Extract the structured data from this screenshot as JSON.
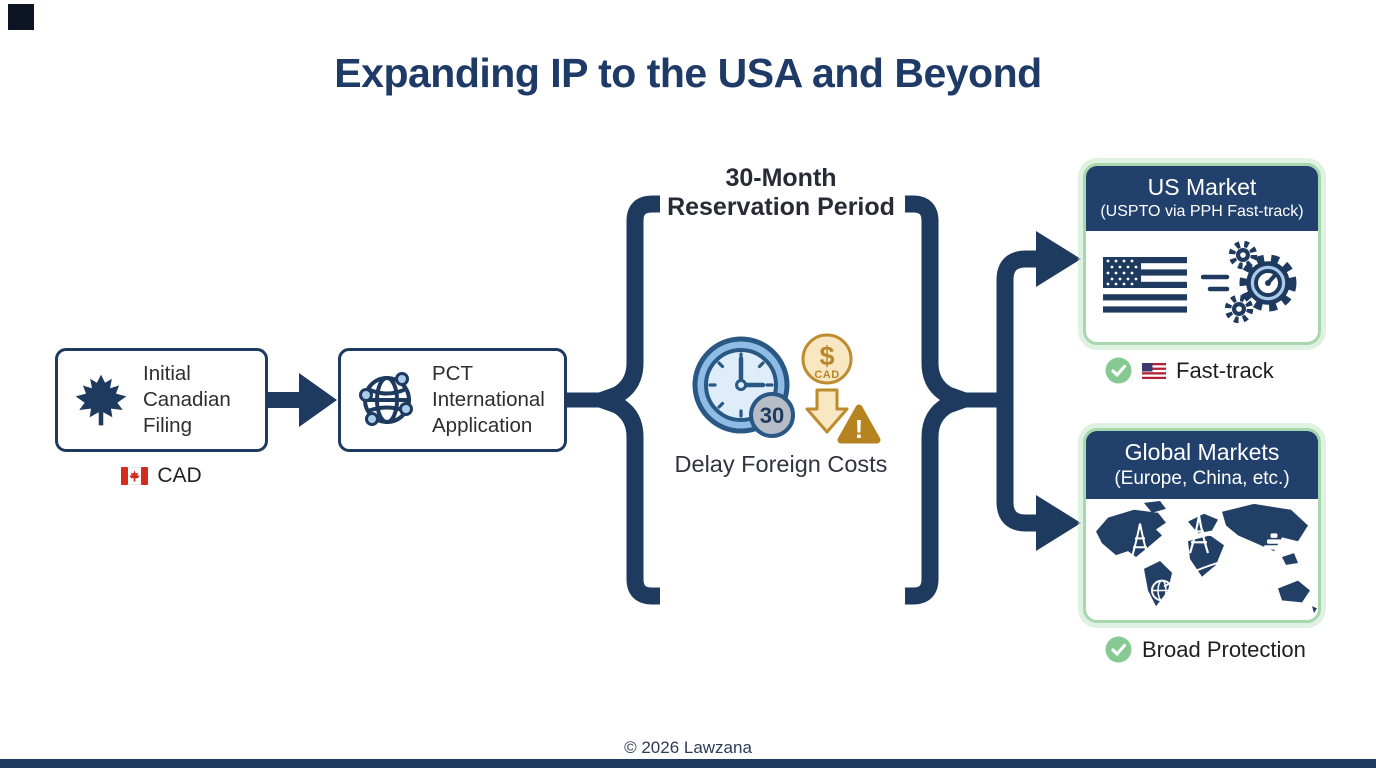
{
  "title": "Expanding IP to the USA and Beyond",
  "steps": {
    "initial_filing": {
      "lines": [
        "Initial",
        "Canadian",
        "Filing"
      ],
      "currency": "CAD"
    },
    "pct": {
      "lines": [
        "PCT",
        "International",
        "Application"
      ]
    }
  },
  "reservation": {
    "heading": [
      "30-Month",
      "Reservation Period"
    ],
    "clock_badge": "30",
    "coin": {
      "symbol": "$",
      "label": "CAD"
    },
    "warning_mark": "!",
    "caption": "Delay Foreign Costs"
  },
  "outcomes": [
    {
      "title": "US Market",
      "subtitle": "(USPTO via PPH Fast-track)",
      "benefit": "Fast-track"
    },
    {
      "title": "Global Markets",
      "subtitle": "(Europe, China, etc.)",
      "benefit": "Broad Protection"
    }
  ],
  "footer": {
    "copyright": "© 2026 Lawzana"
  },
  "icons": {
    "maple-leaf-icon": "navy maple leaf",
    "globe-network-icon": "globe with network nodes",
    "clock-30-icon": "blue clock with 30 badge",
    "cad-coin-icon": "gold coin with dollar sign",
    "down-arrow-icon": "gold arrow pointing down",
    "warning-icon": "amber warning triangle",
    "canada-flag-icon": "flag of Canada",
    "us-flag-icon": "flag of United States",
    "speed-gears-icon": "gears with speedometer",
    "world-map-icon": "world map with landmarks",
    "check-icon": "green circle check"
  },
  "colors": {
    "navy": "#1f3a5f",
    "header_navy": "#21406b",
    "title_navy": "#1e3a66",
    "gold_outline": "#be8b2e",
    "gold_fill": "#f8e7c0",
    "amber": "#b5831f",
    "green_border": "#a7d7ac",
    "green_check": "#86c992",
    "clock_blue": "#8fbce6",
    "clock_face": "#dfedfa",
    "badge_gray": "#b6bdc6",
    "flag_red": "#d52b1e"
  }
}
